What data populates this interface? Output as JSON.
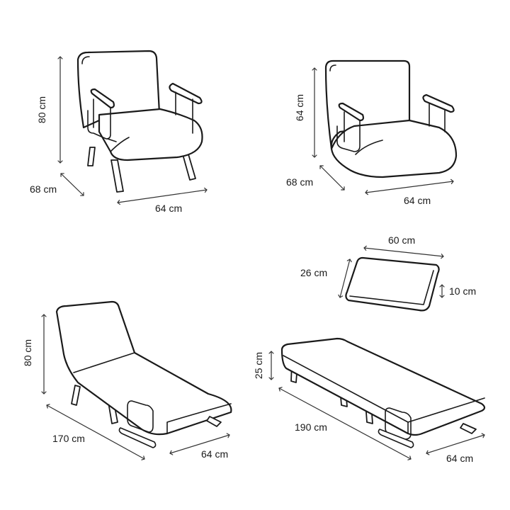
{
  "dimensions": {
    "armchair": {
      "height": "80 cm",
      "depth": "68 cm",
      "width": "64 cm"
    },
    "armchair_low": {
      "height": "64 cm",
      "depth": "68 cm",
      "width": "64 cm"
    },
    "lounger": {
      "height": "80 cm",
      "length": "170 cm",
      "width": "64 cm"
    },
    "pillow": {
      "length": "60 cm",
      "width": "26 cm",
      "thickness": "10 cm"
    },
    "bed": {
      "height": "25 cm",
      "length": "190 cm",
      "width": "64 cm"
    }
  },
  "colors": {
    "line": "#1a1a1a",
    "fill": "#ffffff"
  }
}
